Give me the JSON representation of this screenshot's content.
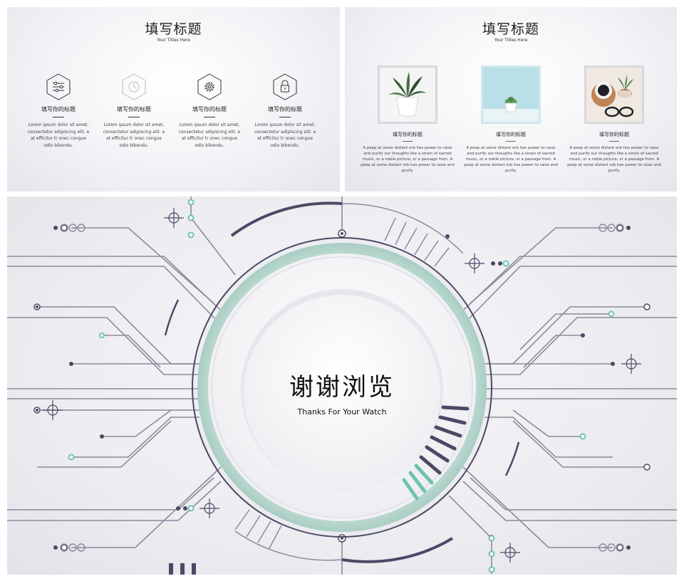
{
  "slide1": {
    "title": "填写标题",
    "subtitle": "Your Titles Here",
    "features": [
      {
        "icon": "sliders-icon",
        "label": "填写你的标题",
        "text": "Lorem ipsum dolor sit amet, consectetur adipiscing elit. e at efficitur tr onec congue odio bibendu."
      },
      {
        "icon": "clock-icon",
        "label": "填写你的标题",
        "text": "Lorem ipsum dolor sit amet, consectetur adipiscing elit. e at efficitur tr onec congue odio bibendu."
      },
      {
        "icon": "gear-icon",
        "label": "填写你的标题",
        "text": "Lorem ipsum dolor sit amet, consectetur adipiscing elit. e at efficitur tr onec congue odio bibendu."
      },
      {
        "icon": "lock-icon",
        "label": "填写你的标题",
        "text": "Lorem ipsum dolor sit amet, consectetur adipiscing elit. e at efficitur tr onec congue odio bibendu."
      }
    ]
  },
  "slide2": {
    "title": "填写标题",
    "subtitle": "Your Titles Here",
    "cards": [
      {
        "image": "white-pot-succulent-photo",
        "label": "填写你的标题",
        "text": "A peep at some distant orb has power to raise and purify our thoughts like a strain of sacred music, or a noble picture, or a passage from. A peep at some distant orb has power to raise and purify."
      },
      {
        "image": "cactus-on-blue-photo",
        "label": "填写你的标题",
        "text": "A peep at some distant orb has power to raise and purify our thoughts like a strain of sacred music, or a noble picture, or a passage from. A peep at some distant orb has power to raise and purify."
      },
      {
        "image": "coffee-glasses-plant-photo",
        "label": "填写你的标题",
        "text": "A peep at some distant orb has power to raise and purify our thoughts like a strain of sacred music, or a noble picture, or a passage from. A peep at some distant orb has power to raise and purify."
      }
    ]
  },
  "slide3": {
    "title": "谢谢浏览",
    "subtitle": "Thanks For Your Watch"
  },
  "colors": {
    "accent_teal": "#6fc2b0",
    "dark_line": "#4a4a66",
    "line_grey": "#8c8c9c",
    "ring_teal": "#cfe4de"
  }
}
